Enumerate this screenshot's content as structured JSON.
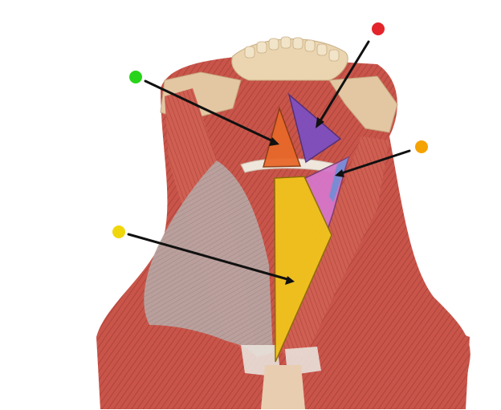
{
  "figure": {
    "subject": "anterior-neck-triangles-anatomy-illustration",
    "background": "#ffffff",
    "muscle_color": "#c9554a",
    "muscle_dark": "#9e3a33",
    "tissue_color": "#b7a8a4",
    "bone_color": "#ead5b0",
    "tendon_color": "#e8e1da"
  },
  "regions": [
    {
      "name": "submandibular-triangle",
      "color": "#7b4fc4"
    },
    {
      "name": "submental-triangle",
      "color": "#e8682a"
    },
    {
      "name": "carotid-triangle",
      "color": "#d576c9"
    },
    {
      "name": "muscular-triangle",
      "color": "#f1c41d"
    }
  ],
  "markers": [
    {
      "name": "red-marker",
      "color": "#e3242b"
    },
    {
      "name": "green-marker",
      "color": "#28d41a"
    },
    {
      "name": "orange-marker",
      "color": "#f5a300"
    },
    {
      "name": "yellow-marker",
      "color": "#f0d70b"
    }
  ]
}
